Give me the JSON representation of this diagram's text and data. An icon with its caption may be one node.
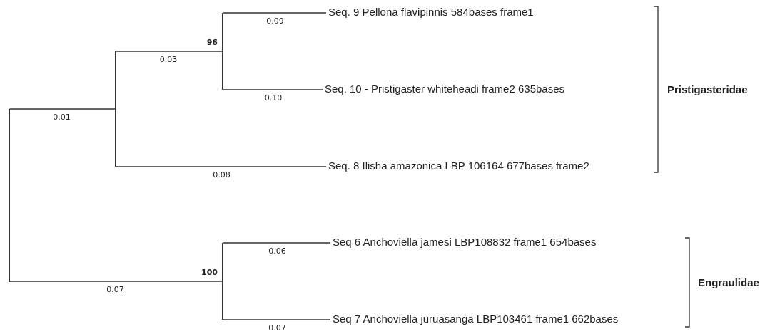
{
  "diagram": {
    "nodes": [
      {
        "text": [],
        "shape": "bar"
      },
      {
        "text": [],
        "shape": "bar"
      },
      {
        "text": [],
        "shape": "bar",
        "beside": [
          "96"
        ]
      },
      {
        "text": [
          "Seq. 9 Pellona flavipinnis 584bases frame1"
        ]
      },
      {
        "text": [
          "Seq. 10 - Pristigaster whiteheadi frame2 635bases"
        ]
      },
      {
        "text": [
          "Seq. 8 Ilisha amazonica LBP 106164 677bases frame2"
        ]
      },
      {
        "text": [],
        "shape": "bar",
        "beside": [
          "100"
        ]
      },
      {
        "text": [
          "Seq 6 Anchoviella jamesi LBP108832 frame1 654bases"
        ]
      },
      {
        "text": [
          "Seq 7 Anchoviella juruasanga LBP103461 frame1 662bases"
        ]
      }
    ],
    "edges": [
      {
        "from": 0,
        "to": 1,
        "arrow": "none",
        "label": "0.01"
      },
      {
        "from": 1,
        "to": 2,
        "arrow": "none",
        "label": "0.03"
      },
      {
        "from": 2,
        "to": 3,
        "arrow": "none",
        "label": "0.09"
      },
      {
        "from": 2,
        "to": 4,
        "arrow": "none",
        "label": "0.10"
      },
      {
        "from": 1,
        "to": 5,
        "arrow": "none",
        "label": "0.08"
      },
      {
        "from": 0,
        "to": 6,
        "arrow": "none",
        "label": "0.07"
      },
      {
        "from": 6,
        "to": 7,
        "arrow": "none",
        "label": "0.06"
      },
      {
        "from": 6,
        "to": 8,
        "arrow": "none",
        "label": "0.07"
      }
    ],
    "labels": [
      "Pristigasteridae",
      "Engraulidae"
    ]
  }
}
